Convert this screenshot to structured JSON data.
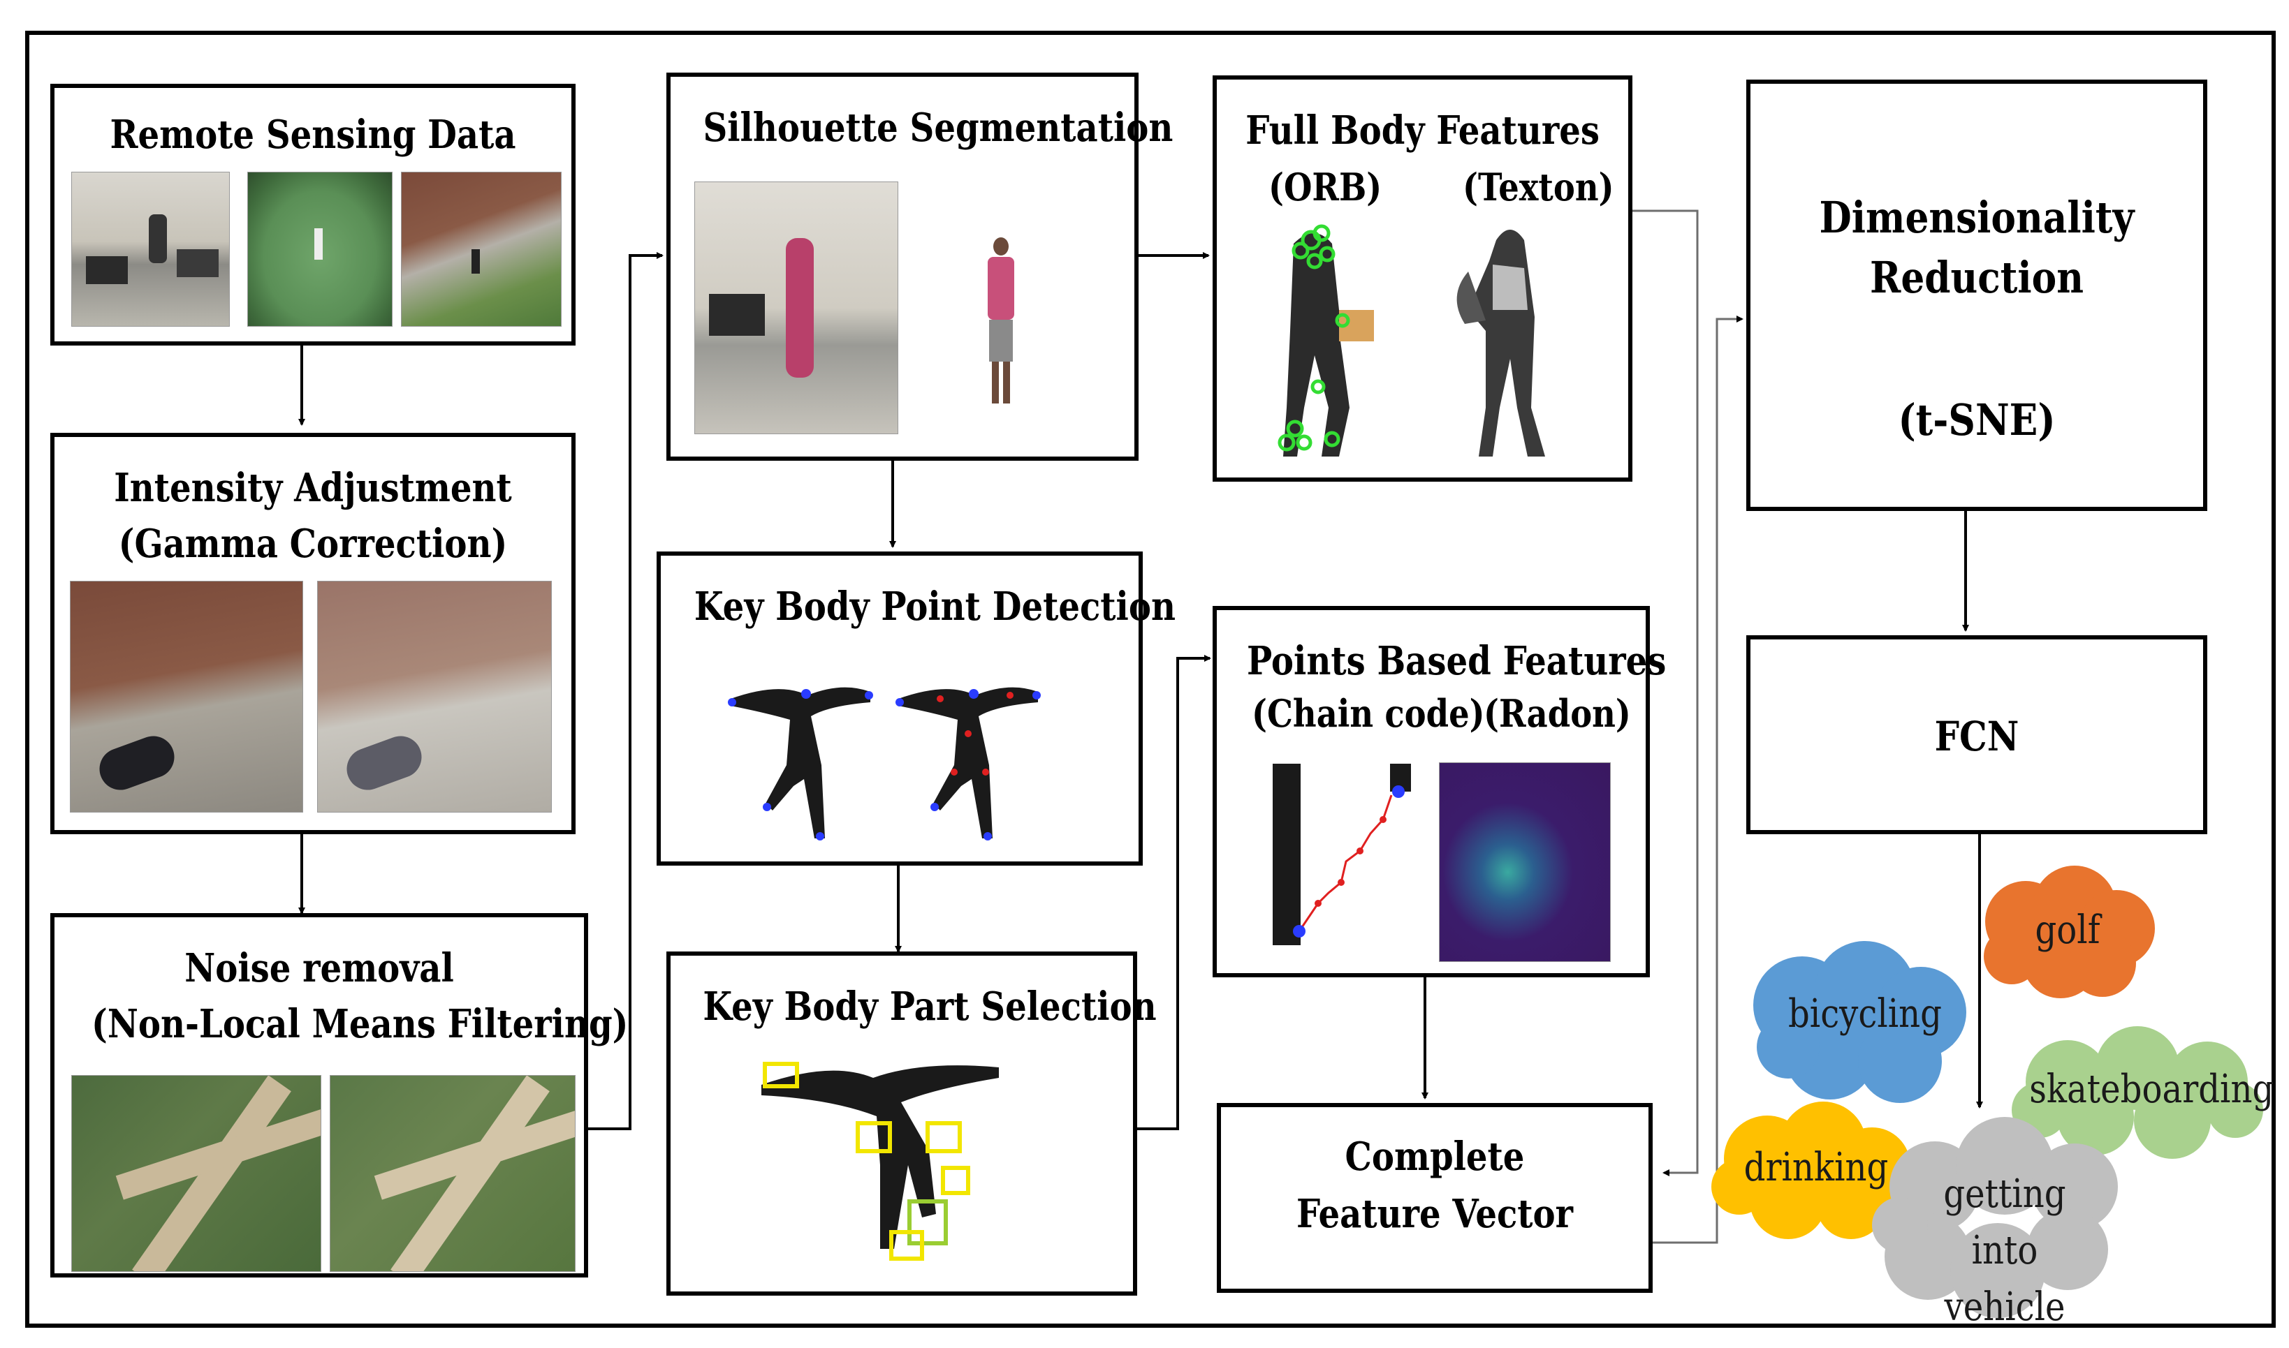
{
  "boxes": {
    "remote_sensing": {
      "title": "Remote Sensing Data"
    },
    "intensity": {
      "title1": "Intensity Adjustment",
      "title2": "(Gamma Correction)"
    },
    "noise": {
      "title1": "Noise removal",
      "title2": "(Non-Local Means Filtering)"
    },
    "silhouette": {
      "title": "Silhouette Segmentation"
    },
    "keypoint": {
      "title": "Key Body Point Detection"
    },
    "keypart": {
      "title": "Key Body Part Selection"
    },
    "fullbody": {
      "title": "Full Body Features",
      "sub_left": "(ORB)",
      "sub_right": "(Texton)"
    },
    "points": {
      "title": "Points Based Features",
      "sub_left": "(Chain code)",
      "sub_right": "(Radon)"
    },
    "complete": {
      "title1": "Complete",
      "title2": "Feature Vector"
    },
    "dimred": {
      "title1": "Dimensionality",
      "title2": "Reduction",
      "title3": "(t-SNE)"
    },
    "fcn": {
      "title": "FCN"
    }
  },
  "clouds": [
    {
      "label": "golf",
      "color": "#e8742e"
    },
    {
      "label": "bicycling",
      "color": "#5b9bd5"
    },
    {
      "label": "skateboarding",
      "color": "#a9d18e"
    },
    {
      "label": "drinking",
      "color": "#ffc000"
    },
    {
      "label": "getting into vehicle",
      "color": "#bfbfbf"
    }
  ],
  "colors": {
    "line": "#000000",
    "connector": "#6e6e6e",
    "orb_keypoints": "#33dd33",
    "highlight_yellow": "#f2e600",
    "highlight_green": "#9acd32",
    "radon_bg": "#3b1c6b"
  }
}
